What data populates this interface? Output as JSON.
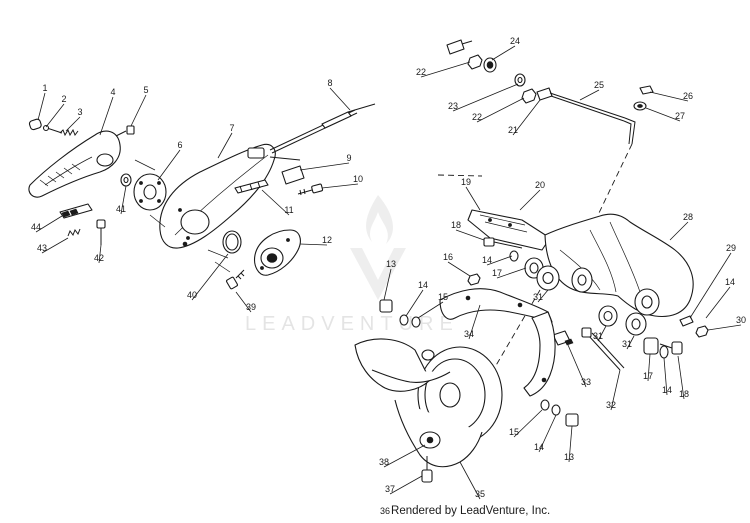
{
  "footer": {
    "figure_number": "36",
    "render_credit": "Rendered by LeadVenture, Inc."
  },
  "watermark": {
    "text": "LEADVENTURE",
    "color": "#cfcfcf"
  },
  "callouts": [
    {
      "id": "c1",
      "label": "1"
    },
    {
      "id": "c2",
      "label": "2"
    },
    {
      "id": "c3",
      "label": "3"
    },
    {
      "id": "c4",
      "label": "4"
    },
    {
      "id": "c5",
      "label": "5"
    },
    {
      "id": "c6",
      "label": "6"
    },
    {
      "id": "c7",
      "label": "7"
    },
    {
      "id": "c8",
      "label": "8"
    },
    {
      "id": "c9",
      "label": "9"
    },
    {
      "id": "c10",
      "label": "10"
    },
    {
      "id": "c11",
      "label": "11"
    },
    {
      "id": "c12",
      "label": "12"
    },
    {
      "id": "c13a",
      "label": "13"
    },
    {
      "id": "c13b",
      "label": "13"
    },
    {
      "id": "c14a",
      "label": "14"
    },
    {
      "id": "c14b",
      "label": "14"
    },
    {
      "id": "c14c",
      "label": "14"
    },
    {
      "id": "c14d",
      "label": "14"
    },
    {
      "id": "c14e",
      "label": "14"
    },
    {
      "id": "c15a",
      "label": "15"
    },
    {
      "id": "c15b",
      "label": "15"
    },
    {
      "id": "c16",
      "label": "16"
    },
    {
      "id": "c17a",
      "label": "17"
    },
    {
      "id": "c17b",
      "label": "17"
    },
    {
      "id": "c18a",
      "label": "18"
    },
    {
      "id": "c18b",
      "label": "18"
    },
    {
      "id": "c19",
      "label": "19"
    },
    {
      "id": "c20",
      "label": "20"
    },
    {
      "id": "c21",
      "label": "21"
    },
    {
      "id": "c22a",
      "label": "22"
    },
    {
      "id": "c22b",
      "label": "22"
    },
    {
      "id": "c23",
      "label": "23"
    },
    {
      "id": "c24",
      "label": "24"
    },
    {
      "id": "c25",
      "label": "25"
    },
    {
      "id": "c26",
      "label": "26"
    },
    {
      "id": "c27",
      "label": "27"
    },
    {
      "id": "c28",
      "label": "28"
    },
    {
      "id": "c29",
      "label": "29"
    },
    {
      "id": "c30",
      "label": "30"
    },
    {
      "id": "c31a",
      "label": "31"
    },
    {
      "id": "c31b",
      "label": "31"
    },
    {
      "id": "c31c",
      "label": "31"
    },
    {
      "id": "c32",
      "label": "32"
    },
    {
      "id": "c33",
      "label": "33"
    },
    {
      "id": "c34",
      "label": "34"
    },
    {
      "id": "c35",
      "label": "35"
    },
    {
      "id": "c37",
      "label": "37"
    },
    {
      "id": "c38",
      "label": "38"
    },
    {
      "id": "c39",
      "label": "39"
    },
    {
      "id": "c40",
      "label": "40"
    },
    {
      "id": "c41",
      "label": "41"
    },
    {
      "id": "c42",
      "label": "42"
    },
    {
      "id": "c43",
      "label": "43"
    },
    {
      "id": "c44",
      "label": "44"
    }
  ]
}
